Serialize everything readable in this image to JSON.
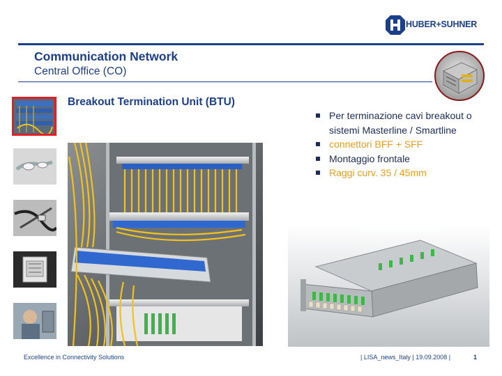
{
  "logo": {
    "text": "HUBER+SUHNER"
  },
  "header": {
    "title": "Communication Network",
    "subtitle": "Central Office (CO)"
  },
  "content": {
    "heading": "Breakout Termination Unit (BTU)",
    "bullets": [
      {
        "text": "Per terminazione cavi breakout o sistemi Masterline / Smartline",
        "color": "#1c2b5a"
      },
      {
        "text": "connettori BFF + SFF",
        "color": "#f39c12"
      },
      {
        "text": "Montaggio frontale",
        "color": "#1c2b5a"
      },
      {
        "text": "Raggi curv. 35 / 45mm",
        "color": "#f39c12"
      }
    ]
  },
  "footer": {
    "left": "Excellence in Connectivity Solutions",
    "right": "| LISA_news_Italy | 19.09.2008 |",
    "page": "1"
  },
  "colors": {
    "brand_blue": "#1c3f8c",
    "highlight_orange": "#f39c12",
    "active_border": "#e01f26"
  }
}
